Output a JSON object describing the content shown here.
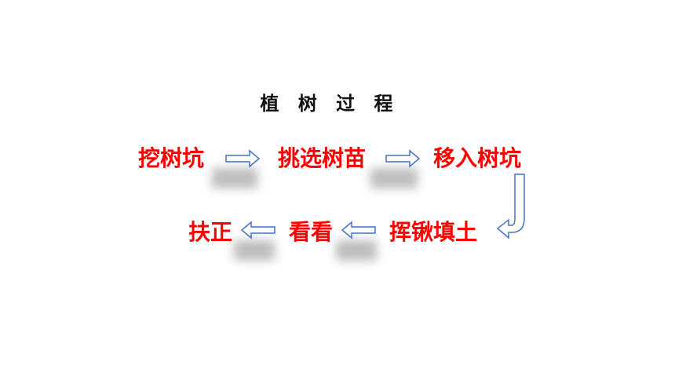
{
  "title": "植 树 过 程",
  "colors": {
    "step_text": "#ff0000",
    "arrow_stroke": "#4472c4",
    "arrow_fill": "#ffffff"
  },
  "steps": [
    {
      "label": "挖树坑"
    },
    {
      "label": "挑选树苗"
    },
    {
      "label": "移入树坑"
    },
    {
      "label": "挥锹填土"
    },
    {
      "label": "看看"
    },
    {
      "label": "扶正"
    }
  ]
}
